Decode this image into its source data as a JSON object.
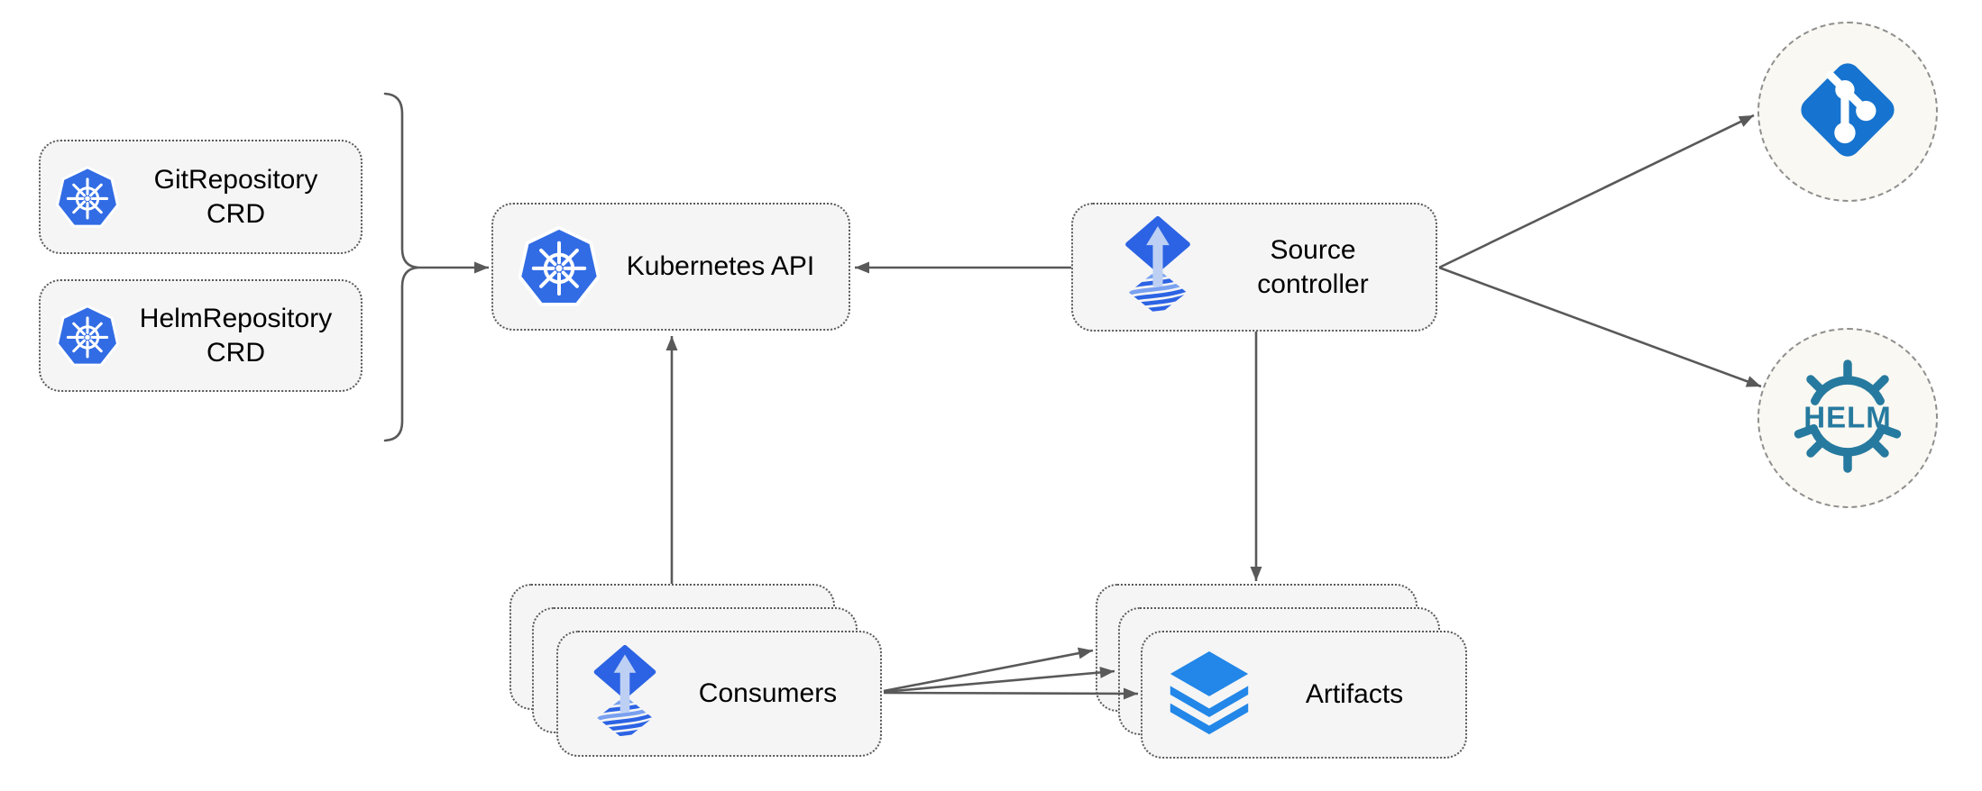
{
  "diagram": {
    "background": "#ffffff",
    "colors": {
      "background": "#ffffff",
      "node_fill": "#f5f5f5",
      "node_border": "#595959",
      "circle_fill": "#faf8f2",
      "circle_border": "#8f8f8f",
      "connector": "#595959",
      "text": "#000000",
      "kubernetes_blue": "#326ce5",
      "flux_blue": "#2c63e4",
      "flux_light": "#bdd0f4",
      "flux_stripe_light": "#7aa1f0",
      "git_blue": "#1673cf",
      "helm_teal": "#277a9f",
      "layers_blue": "#2287e8"
    },
    "nodes": {
      "git_repository_crd": {
        "label": "GitRepository\nCRD",
        "icon": "kubernetes-icon"
      },
      "helm_repository_crd": {
        "label": "HelmRepository\nCRD",
        "icon": "kubernetes-icon"
      },
      "kubernetes_api": {
        "label": "Kubernetes API",
        "icon": "kubernetes-icon"
      },
      "source_controller": {
        "label": "Source\ncontroller",
        "icon": "flux-icon"
      },
      "consumers": {
        "label": "Consumers",
        "icon": "flux-icon",
        "stack_count": 3
      },
      "artifacts": {
        "label": "Artifacts",
        "icon": "layers-icon",
        "stack_count": 3
      },
      "git_source": {
        "label": "",
        "icon": "git-icon"
      },
      "helm_source": {
        "label": "HELM",
        "icon": "helm-icon"
      }
    },
    "groups": [
      {
        "name": "crd-group",
        "members": [
          "git_repository_crd",
          "helm_repository_crd"
        ],
        "shape": "curly-brace"
      }
    ],
    "edges": [
      {
        "from": "crd-group",
        "to": "kubernetes_api"
      },
      {
        "from": "source_controller",
        "to": "kubernetes_api"
      },
      {
        "from": "consumers",
        "to": "kubernetes_api"
      },
      {
        "from": "source_controller",
        "to": "artifacts"
      },
      {
        "from": "source_controller",
        "to": "git_source"
      },
      {
        "from": "source_controller",
        "to": "helm_source"
      },
      {
        "from": "consumers",
        "to": "artifacts"
      },
      {
        "from": "consumers",
        "to": "artifacts"
      },
      {
        "from": "consumers",
        "to": "artifacts"
      }
    ]
  }
}
